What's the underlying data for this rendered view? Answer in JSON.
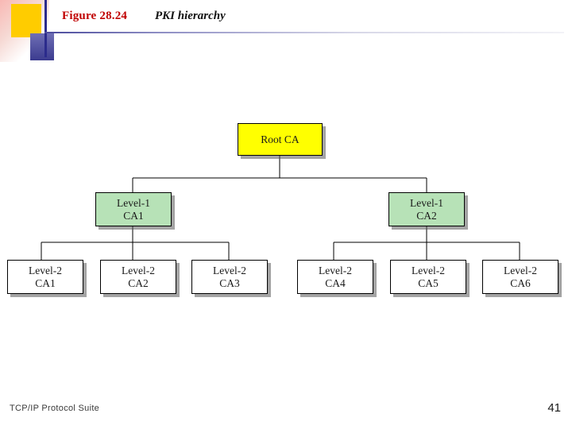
{
  "slide": {
    "figure_label": "Figure 28.24",
    "figure_title": "PKI hierarchy",
    "footer_text": "TCP/IP Protocol Suite",
    "page_number": "41"
  },
  "colors": {
    "figure_label": "#c00000",
    "root_fill": "#ffff00",
    "level1_fill": "#b7e2b7",
    "level2_fill": "#ffffff",
    "node_border": "#000000",
    "corner_yellow": "#ffcc00",
    "corner_blue": "#3b3b8f"
  },
  "diagram": {
    "type": "tree",
    "root": {
      "id": "root-ca",
      "line1": "Root CA",
      "line2": ""
    },
    "level1": [
      {
        "id": "level-1-ca1",
        "line1": "Level-1",
        "line2": "CA1"
      },
      {
        "id": "level-1-ca2",
        "line1": "Level-1",
        "line2": "CA2"
      }
    ],
    "level2": [
      {
        "id": "level-2-ca1",
        "line1": "Level-2",
        "line2": "CA1"
      },
      {
        "id": "level-2-ca2",
        "line1": "Level-2",
        "line2": "CA2"
      },
      {
        "id": "level-2-ca3",
        "line1": "Level-2",
        "line2": "CA3"
      },
      {
        "id": "level-2-ca4",
        "line1": "Level-2",
        "line2": "CA4"
      },
      {
        "id": "level-2-ca5",
        "line1": "Level-2",
        "line2": "CA5"
      },
      {
        "id": "level-2-ca6",
        "line1": "Level-2",
        "line2": "CA6"
      }
    ]
  }
}
